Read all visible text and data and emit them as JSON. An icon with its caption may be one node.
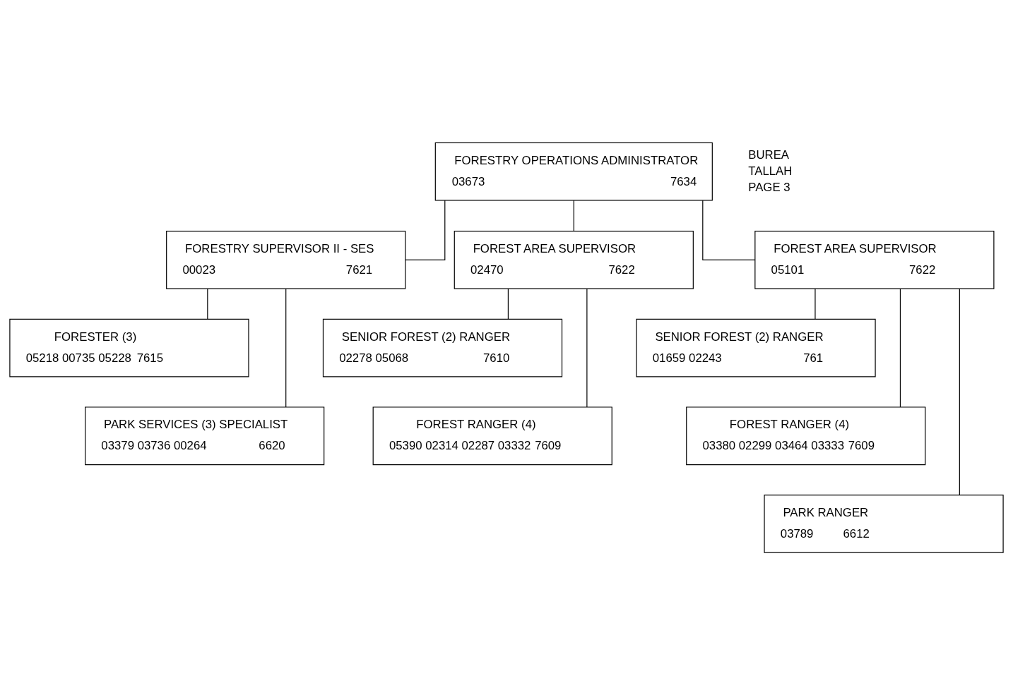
{
  "diagram": {
    "nodes": [
      {
        "text": [
          "FORESTRY OPERATIONS ADMINISTRATOR",
          "03673",
          "7634"
        ]
      },
      {
        "text": [
          "FORESTRY SUPERVISOR II - SES",
          "00023",
          "7621"
        ]
      },
      {
        "text": [
          "FOREST AREA SUPERVISOR",
          "02470",
          "7622"
        ]
      },
      {
        "text": [
          "FOREST AREA SUPERVISOR",
          "05101",
          "7622"
        ]
      },
      {
        "text": [
          "FORESTER (3)",
          "05218 00735 05228",
          "7615"
        ]
      },
      {
        "text": [
          "PARK SERVICES (3) SPECIALIST",
          "03379 03736 00264",
          "6620"
        ]
      },
      {
        "text": [
          "SENIOR FOREST (2) RANGER",
          "02278 05068",
          "7610"
        ]
      },
      {
        "text": [
          "FOREST RANGER (4)",
          "05390 02314 02287 03332",
          "7609"
        ]
      },
      {
        "text": [
          "SENIOR FOREST (2) RANGER",
          "01659 02243",
          "761"
        ]
      },
      {
        "text": [
          "FOREST RANGER (4)",
          "03380 02299 03464 03333",
          "7609"
        ]
      },
      {
        "text": [
          "PARK RANGER",
          "03789",
          "6612"
        ]
      }
    ],
    "edges": [
      {
        "from": 0,
        "to": 1,
        "arrow": "none"
      },
      {
        "from": 0,
        "to": 2,
        "arrow": "none"
      },
      {
        "from": 0,
        "to": 3,
        "arrow": "none"
      },
      {
        "from": 1,
        "to": 4,
        "arrow": "none"
      },
      {
        "from": 1,
        "to": 5,
        "arrow": "none"
      },
      {
        "from": 2,
        "to": 6,
        "arrow": "none"
      },
      {
        "from": 2,
        "to": 7,
        "arrow": "none"
      },
      {
        "from": 3,
        "to": 8,
        "arrow": "none"
      },
      {
        "from": 3,
        "to": 9,
        "arrow": "none"
      },
      {
        "from": 3,
        "to": 10,
        "arrow": "none"
      }
    ],
    "labels": [
      "BUREA",
      "TALLAH",
      "PAGE 3"
    ]
  }
}
